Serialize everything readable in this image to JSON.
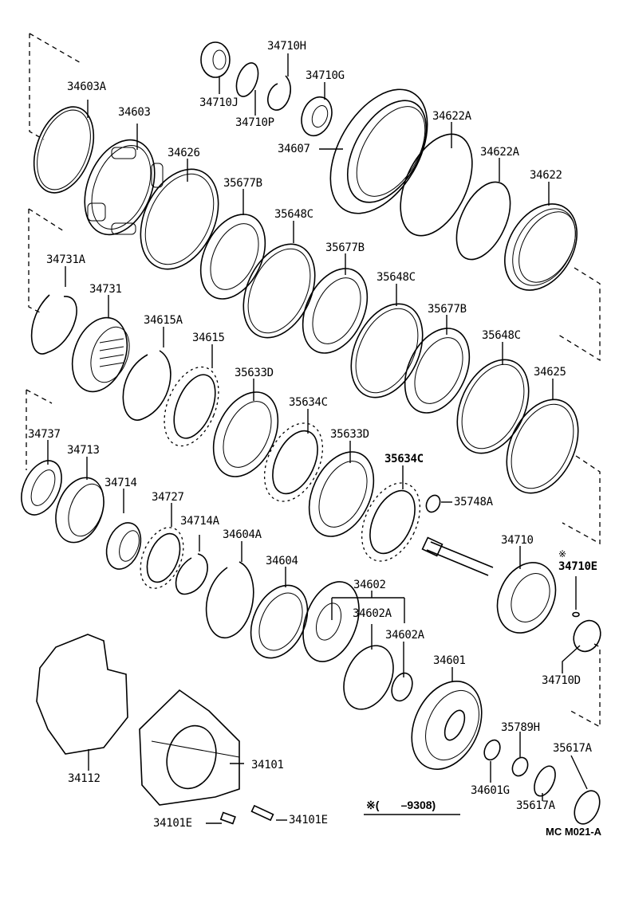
{
  "diagram": {
    "type": "exploded-parts-diagram",
    "subject": "automatic transmission clutch / brake components",
    "footnote": {
      "symbol": "※",
      "text": "※(       –9308)"
    },
    "figure_code": "MC M021-A",
    "labels": [
      {
        "id": "34603A",
        "text": "34603A"
      },
      {
        "id": "34603",
        "text": "34603"
      },
      {
        "id": "34710J",
        "text": "34710J"
      },
      {
        "id": "34710H",
        "text": "34710H"
      },
      {
        "id": "34710P",
        "text": "34710P"
      },
      {
        "id": "34710G",
        "text": "34710G"
      },
      {
        "id": "34607",
        "text": "34607"
      },
      {
        "id": "34626",
        "text": "34626"
      },
      {
        "id": "35677B_1",
        "text": "35677B"
      },
      {
        "id": "34622A_1",
        "text": "34622A"
      },
      {
        "id": "34622A_2",
        "text": "34622A"
      },
      {
        "id": "34622",
        "text": "34622"
      },
      {
        "id": "35648C_1",
        "text": "35648C"
      },
      {
        "id": "35677B_2",
        "text": "35677B"
      },
      {
        "id": "35648C_2",
        "text": "35648C"
      },
      {
        "id": "35677B_3",
        "text": "35677B"
      },
      {
        "id": "35648C_3",
        "text": "35648C"
      },
      {
        "id": "34731A",
        "text": "34731A"
      },
      {
        "id": "34731",
        "text": "34731"
      },
      {
        "id": "34615A",
        "text": "34615A"
      },
      {
        "id": "34615",
        "text": "34615"
      },
      {
        "id": "35633D_1",
        "text": "35633D"
      },
      {
        "id": "35634C_1",
        "text": "35634C"
      },
      {
        "id": "35633D_2",
        "text": "35633D"
      },
      {
        "id": "35634C_2",
        "text": "35634C"
      },
      {
        "id": "34625",
        "text": "34625"
      },
      {
        "id": "34737",
        "text": "34737"
      },
      {
        "id": "34713",
        "text": "34713"
      },
      {
        "id": "34714",
        "text": "34714"
      },
      {
        "id": "34727",
        "text": "34727"
      },
      {
        "id": "34714A",
        "text": "34714A"
      },
      {
        "id": "34604A",
        "text": "34604A"
      },
      {
        "id": "34604",
        "text": "34604"
      },
      {
        "id": "35748A",
        "text": "35748A"
      },
      {
        "id": "34710",
        "text": "34710"
      },
      {
        "id": "34710E_mark",
        "text": "※"
      },
      {
        "id": "34710E",
        "text": "34710E"
      },
      {
        "id": "34602",
        "text": "34602"
      },
      {
        "id": "34602A_1",
        "text": "34602A"
      },
      {
        "id": "34602A_2",
        "text": "34602A"
      },
      {
        "id": "34601",
        "text": "34601"
      },
      {
        "id": "34710D",
        "text": "34710D"
      },
      {
        "id": "34112",
        "text": "34112"
      },
      {
        "id": "34101",
        "text": "34101"
      },
      {
        "id": "35789H",
        "text": "35789H"
      },
      {
        "id": "35617A_1",
        "text": "35617A"
      },
      {
        "id": "34601G",
        "text": "34601G"
      },
      {
        "id": "35617A_2",
        "text": "35617A"
      },
      {
        "id": "34101E_1",
        "text": "34101E"
      },
      {
        "id": "34101E_2",
        "text": "34101E"
      }
    ]
  }
}
